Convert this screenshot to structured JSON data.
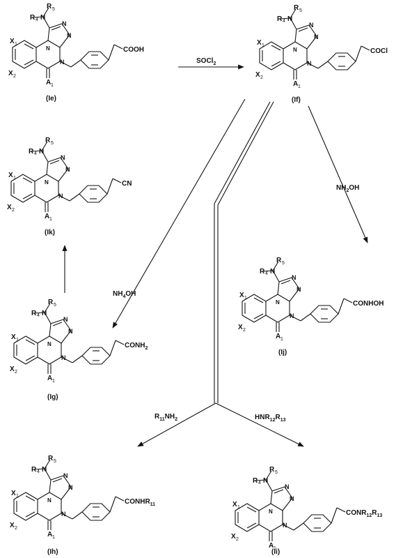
{
  "compounds": [
    {
      "id": "Ie",
      "label": "(Ie)",
      "group": "COOH"
    },
    {
      "id": "If",
      "label": "(If)",
      "group": "COCl"
    },
    {
      "id": "Ik",
      "label": "(Ik)",
      "group": "CN"
    },
    {
      "id": "Ig",
      "label": "(Ig)",
      "group": "CONH2"
    },
    {
      "id": "Ij",
      "label": "(Ij)",
      "group": "CONHOH"
    },
    {
      "id": "Ih",
      "label": "(Ih)",
      "group": "CONHR11"
    },
    {
      "id": "Ii",
      "label": "(Ii)",
      "group": "CONR12R13"
    }
  ],
  "substituents": {
    "r4": "R4",
    "r5": "R5",
    "x1": "X1",
    "x2": "X2",
    "a1": "A1"
  },
  "reagents": {
    "socl2": "SOCl2",
    "nh2oh": "NH2OH",
    "nh4oh": "NH4OH",
    "r11nh2": "R11NH2",
    "hnr12r13": "HNR12R13"
  }
}
